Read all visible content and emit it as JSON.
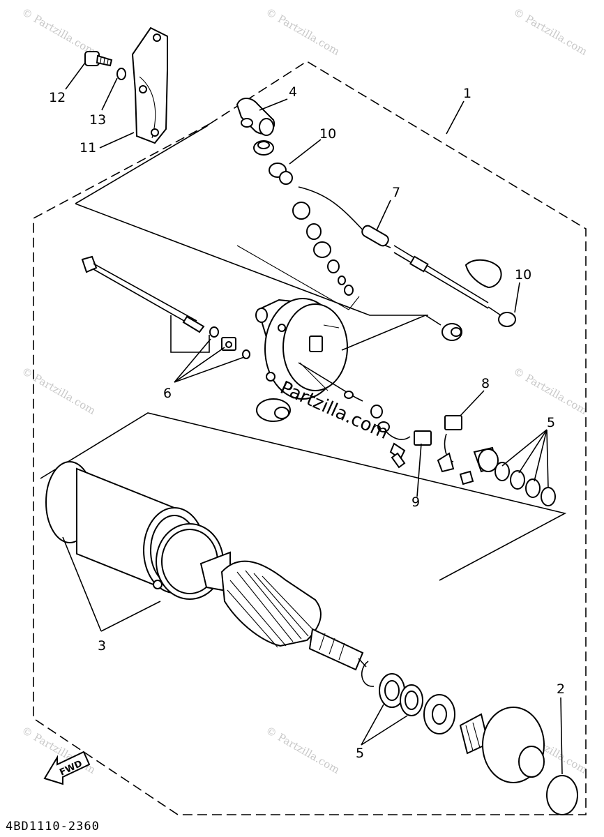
{
  "diagram": {
    "drawing_code": "4BD1110-2360",
    "fwd_label": "FWD",
    "center_watermark": "Partzilla.com",
    "watermark_text": "© Partzilla.com",
    "callouts": {
      "c1": "1",
      "c2": "2",
      "c3": "3",
      "c4": "4",
      "c5a": "5",
      "c5b": "5",
      "c6": "6",
      "c7": "7",
      "c8": "8",
      "c9": "9",
      "c10a": "10",
      "c10b": "10",
      "c11": "11",
      "c12": "12",
      "c13": "13"
    }
  }
}
